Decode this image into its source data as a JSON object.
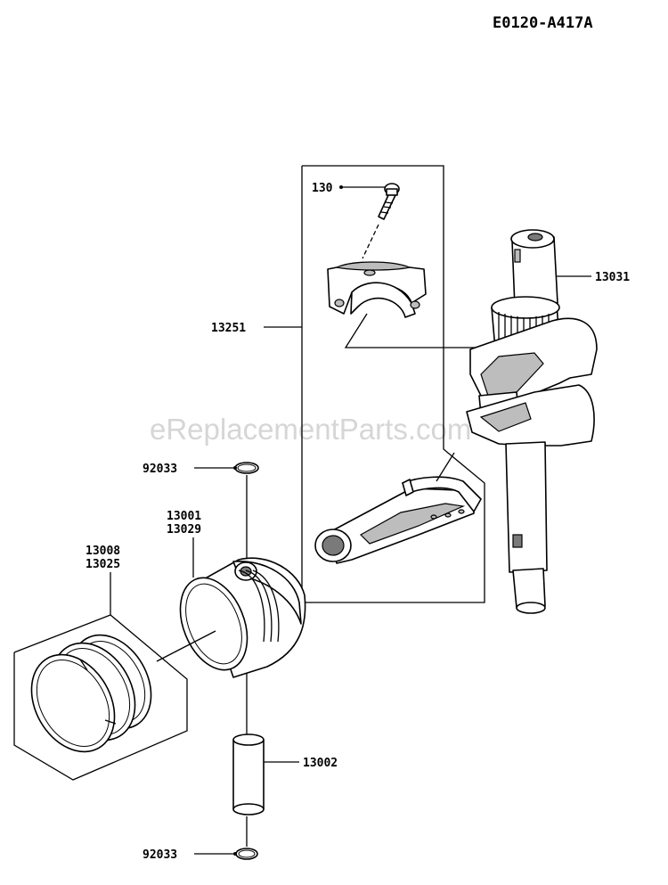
{
  "diagram_code": "E0120-A417A",
  "watermark": "eReplacementParts.com",
  "labels": {
    "bolt": "130",
    "conrod_assy": "13251",
    "crankshaft": "13031",
    "circlip_top": "92033",
    "piston_a": "13001",
    "piston_b": "13029",
    "rings_a": "13008",
    "rings_b": "13025",
    "piston_pin": "13002",
    "circlip_bottom": "92033"
  }
}
